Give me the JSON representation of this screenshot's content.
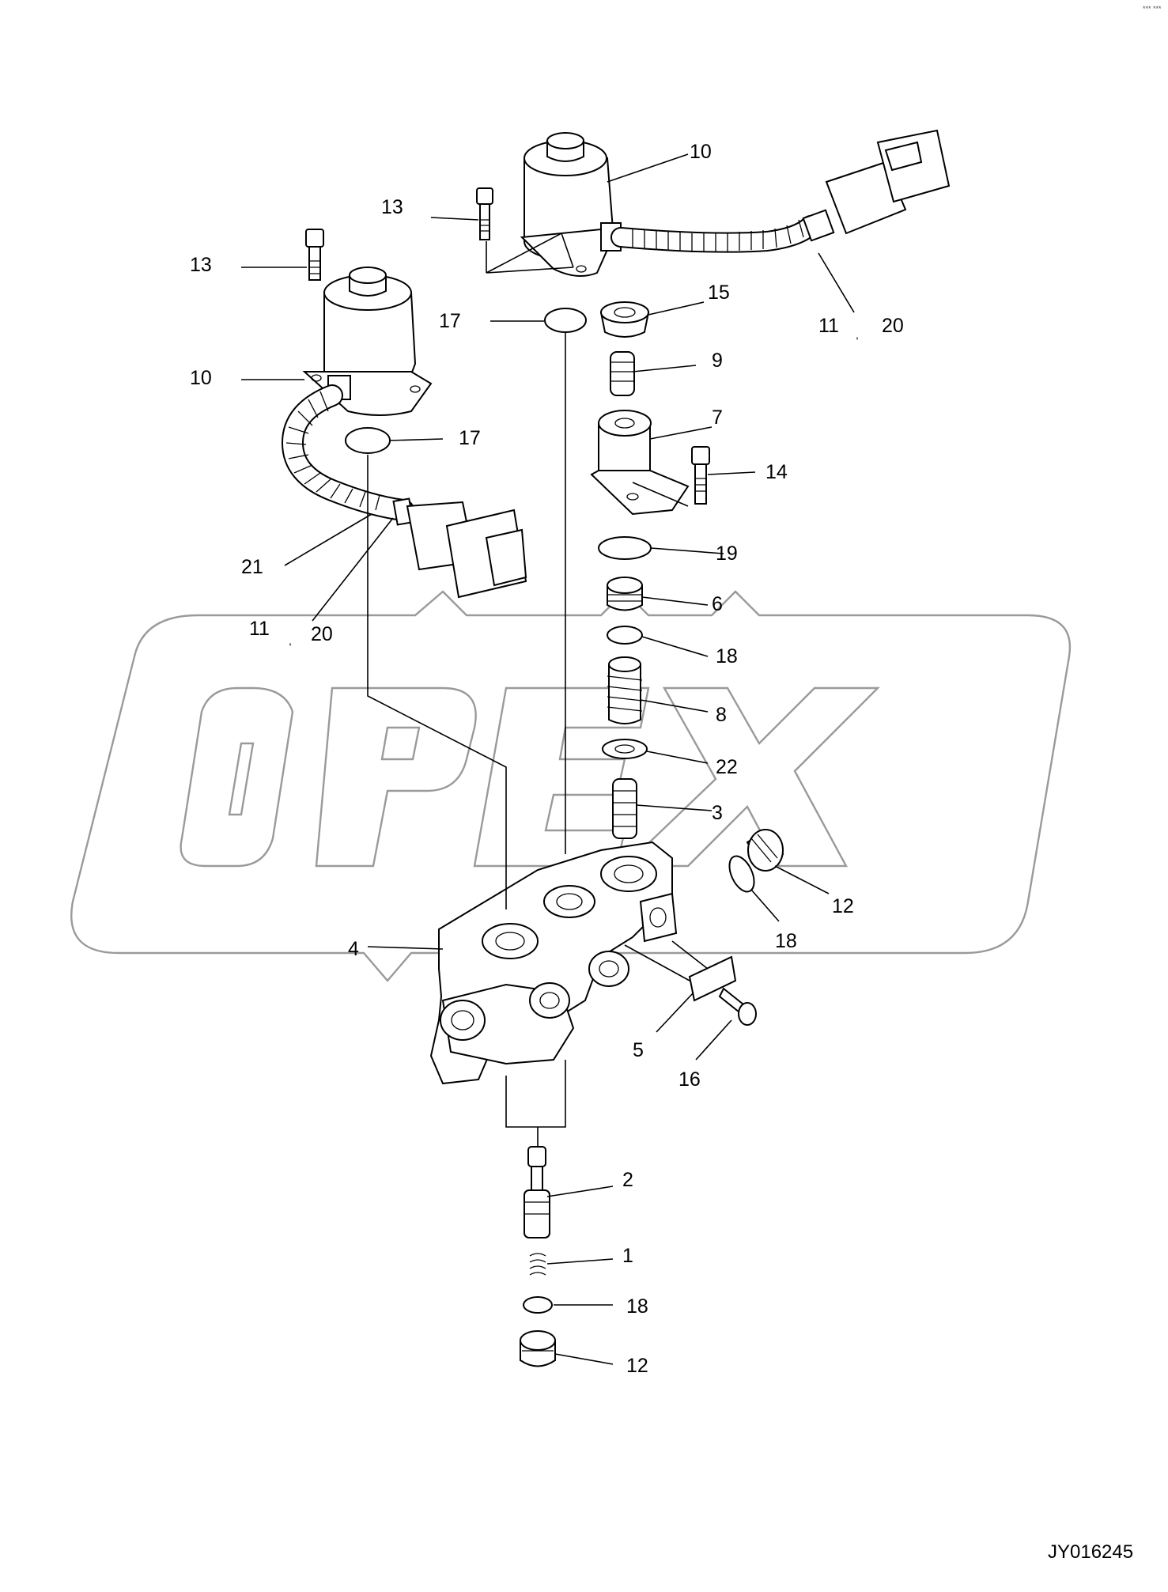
{
  "diagram": {
    "drawing_number": "JY016245",
    "watermark": "OPEX",
    "corner_mark": "*** ***",
    "callouts": [
      {
        "id": "c10-top",
        "text": "10"
      },
      {
        "id": "c13-top",
        "text": "13"
      },
      {
        "id": "c13-left",
        "text": "13"
      },
      {
        "id": "c15",
        "text": "15"
      },
      {
        "id": "c17-top",
        "text": "17"
      },
      {
        "id": "c11-top",
        "text": "11"
      },
      {
        "id": "c20-top",
        "text": "20"
      },
      {
        "id": "c9",
        "text": "9"
      },
      {
        "id": "c10-left",
        "text": "10"
      },
      {
        "id": "c7",
        "text": "7"
      },
      {
        "id": "c17-left",
        "text": "17"
      },
      {
        "id": "c14",
        "text": "14"
      },
      {
        "id": "c19",
        "text": "19"
      },
      {
        "id": "c21",
        "text": "21"
      },
      {
        "id": "c6",
        "text": "6"
      },
      {
        "id": "c11-left",
        "text": "11"
      },
      {
        "id": "c20-left",
        "text": "20"
      },
      {
        "id": "c18-a",
        "text": "18"
      },
      {
        "id": "c8",
        "text": "8"
      },
      {
        "id": "c22",
        "text": "22"
      },
      {
        "id": "c3",
        "text": "3"
      },
      {
        "id": "c12-right",
        "text": "12"
      },
      {
        "id": "c18-b",
        "text": "18"
      },
      {
        "id": "c4",
        "text": "4"
      },
      {
        "id": "c5",
        "text": "5"
      },
      {
        "id": "c16",
        "text": "16"
      },
      {
        "id": "c2",
        "text": "2"
      },
      {
        "id": "c1",
        "text": "1"
      },
      {
        "id": "c18-c",
        "text": "18"
      },
      {
        "id": "c12-bottom",
        "text": "12"
      }
    ]
  }
}
